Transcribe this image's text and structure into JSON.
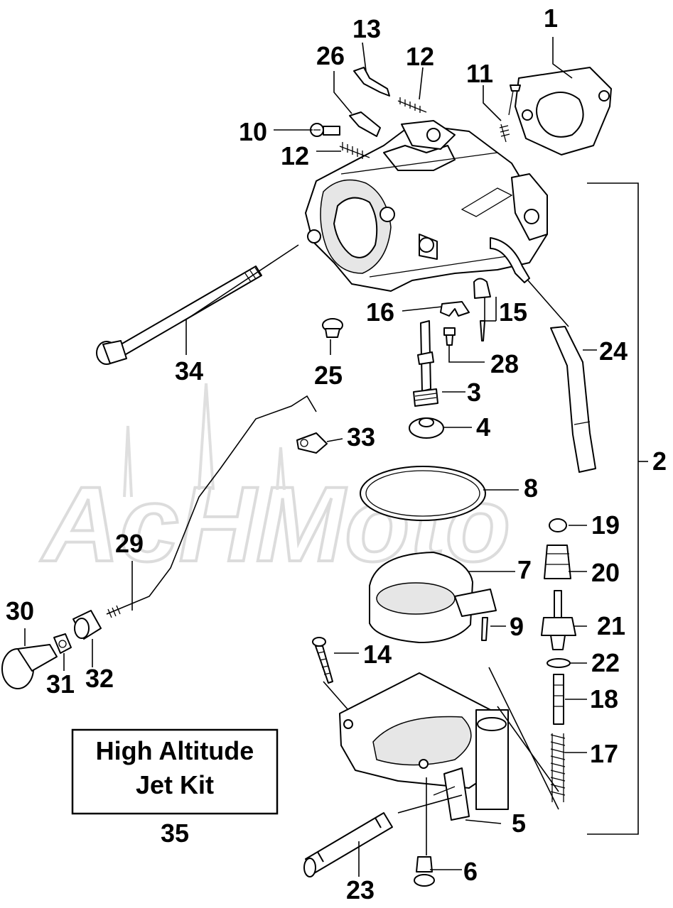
{
  "diagram": {
    "part_numbers": [
      "1",
      "2",
      "3",
      "4",
      "5",
      "6",
      "7",
      "8",
      "9",
      "10",
      "11",
      "12",
      "12",
      "13",
      "14",
      "15",
      "16",
      "17",
      "18",
      "19",
      "20",
      "21",
      "22",
      "23",
      "24",
      "25",
      "26",
      "28",
      "29",
      "30",
      "31",
      "32",
      "33",
      "34"
    ],
    "kit_box": {
      "line1": "High Altitude",
      "line2": "Jet Kit",
      "number": "35"
    },
    "watermark": {
      "text": "AcHMoto"
    }
  }
}
